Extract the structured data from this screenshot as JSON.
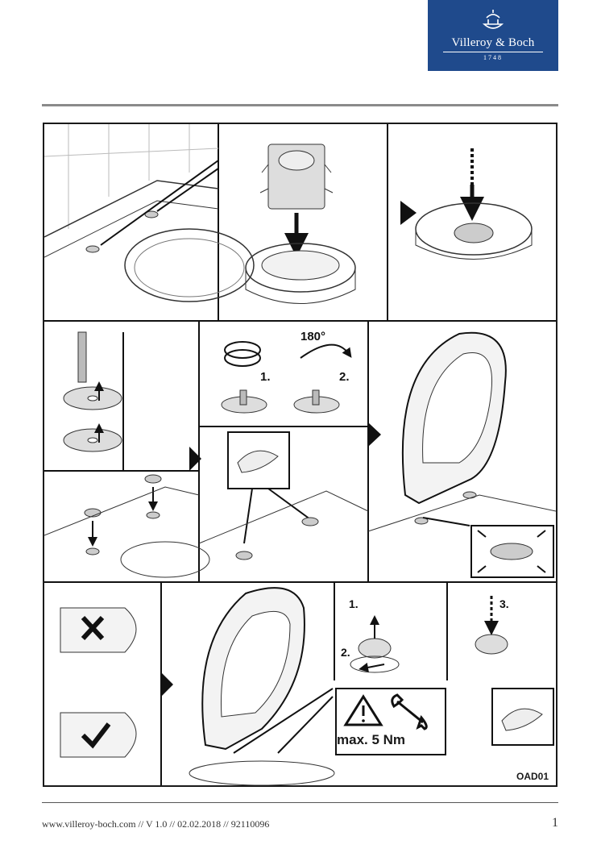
{
  "brand": {
    "name": "Villeroy & Boch",
    "year": "1748",
    "color": "#1f4a8c"
  },
  "steps": {
    "rotate_label": "1.",
    "turn_label": "2.",
    "angle": "180°",
    "lift_label": "1.",
    "slide_label": "2.",
    "press_label": "3."
  },
  "torque": "max. 5 Nm",
  "figure_code": "OAD01",
  "icons": [
    "warning-icon",
    "wrench-icon",
    "cross-icon",
    "check-icon"
  ],
  "footer": {
    "text": "www.villeroy-boch.com // V 1.0 // 02.02.2018 // 92110096",
    "page": "1"
  }
}
